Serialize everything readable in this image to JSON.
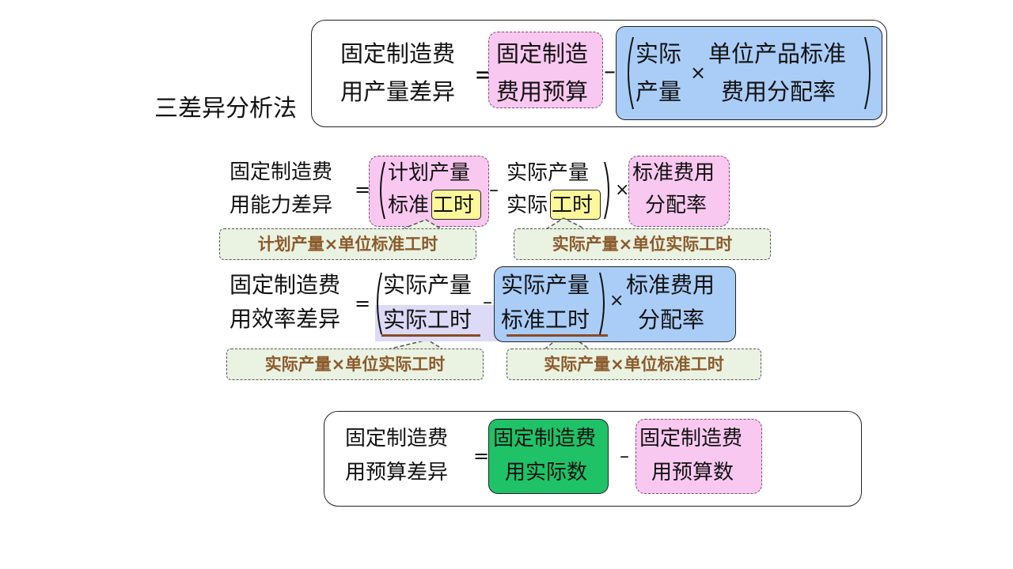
{
  "title": "三差异分析法",
  "capacity_formula": {
    "left": [
      "固定制造费",
      "用产量差异"
    ],
    "budget": [
      "固定制造",
      "费用预算"
    ],
    "actual_output": [
      "实际",
      "产量"
    ],
    "standard_rate": [
      "单位产品标准",
      "费用分配率"
    ]
  },
  "ability_formula": {
    "left": [
      "固定制造费",
      "用能力差异"
    ],
    "planned_output": "计划产量",
    "std_prefix": "标准",
    "hours": "工时",
    "actual_output": "实际产量",
    "actual_prefix": "实际",
    "rate": [
      "标准费用",
      "分配率"
    ],
    "callout_left": "计划产量×单位标准工时",
    "callout_right": "实际产量×单位实际工时"
  },
  "efficiency_formula": {
    "left": [
      "固定制造费",
      "用效率差异"
    ],
    "actual_output": "实际产量",
    "actual_hours": "实际工时",
    "std_hours": "标准工时",
    "rate": [
      "标准费用",
      "分配率"
    ],
    "callout_left": "实际产量×单位实际工时",
    "callout_right": "实际产量×单位标准工时"
  },
  "budget_formula": {
    "left": [
      "固定制造费",
      "用预算差异"
    ],
    "actual": [
      "固定制造费",
      "用实际数"
    ],
    "budget": [
      "固定制造费",
      "用预算数"
    ]
  },
  "operators": {
    "eq": "=",
    "minus": "–",
    "times": "×"
  }
}
